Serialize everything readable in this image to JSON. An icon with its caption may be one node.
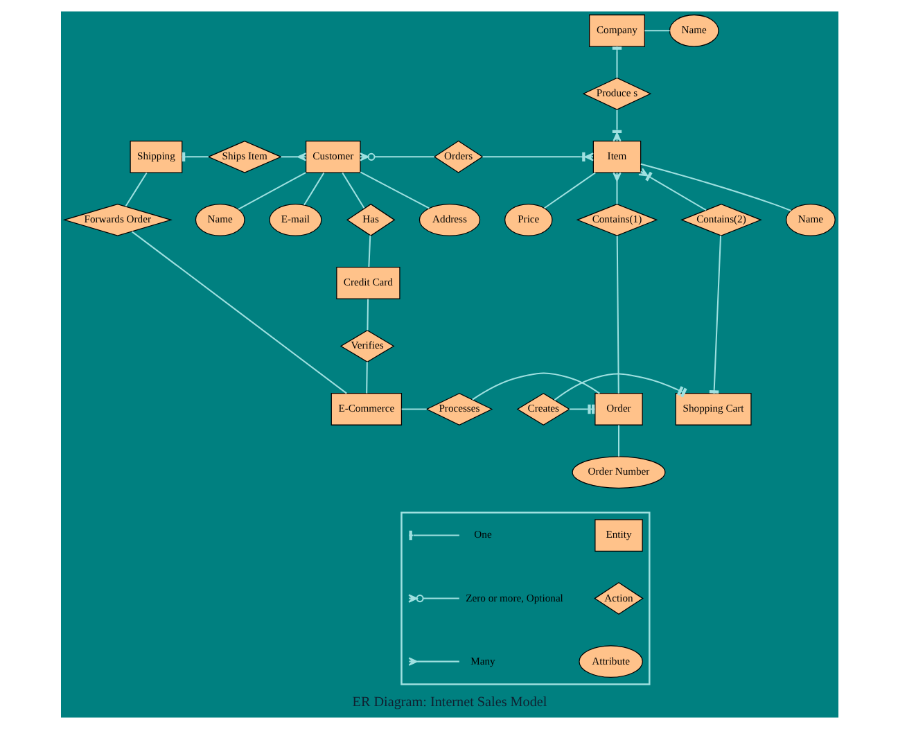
{
  "diagram": {
    "title": "ER Diagram: Internet Sales Model",
    "nodes": [
      {
        "text": [
          "Company"
        ]
      },
      {
        "text": [
          "Name"
        ]
      },
      {
        "text": [
          "Address"
        ]
      },
      {
        "text": [
          "Name"
        ]
      },
      {
        "text": [
          "E-mail"
        ]
      },
      {
        "text": [
          "Produce s"
        ]
      },
      {
        "text": [
          "Shipping"
        ]
      },
      {
        "text": [
          "Ships Item"
        ]
      },
      {
        "text": [
          "Customer"
        ]
      },
      {
        "text": [
          "Orders"
        ]
      },
      {
        "text": [
          "Item"
        ]
      },
      {
        "text": [
          "Name"
        ]
      },
      {
        "text": [
          "Has"
        ]
      },
      {
        "text": [
          "Price"
        ]
      },
      {
        "text": [
          "Forwards Order"
        ]
      },
      {
        "text": [
          "Credit Card"
        ]
      },
      {
        "text": [
          "Contains(1)"
        ]
      },
      {
        "text": [
          "Contains(2)"
        ]
      },
      {
        "text": [
          "Verifies"
        ]
      },
      {
        "text": [
          "E-Commerce"
        ]
      },
      {
        "text": [
          "Processes"
        ]
      },
      {
        "text": [
          "Order"
        ]
      },
      {
        "text": [
          "Creates"
        ]
      },
      {
        "text": [
          "Shopping Cart"
        ]
      },
      {
        "text": [
          "Order Number"
        ]
      },
      {
        "text": [],
        "shape": "box"
      },
      {
        "text": [
          "Entity"
        ],
        "in": 25
      },
      {
        "text": [
          "Action"
        ],
        "in": 25
      },
      {
        "text": [
          "Attribute"
        ],
        "in": 25
      }
    ],
    "edges": [
      {
        "from": 0,
        "to": 1,
        "arrow": "none"
      },
      {
        "from": 5,
        "to": 0,
        "arrow": "other"
      },
      {
        "from": 5,
        "to": 10,
        "arrow": "other"
      },
      {
        "from": 8,
        "to": 2,
        "arrow": "none"
      },
      {
        "from": 8,
        "to": 3,
        "arrow": "none"
      },
      {
        "from": 8,
        "to": 4,
        "arrow": "none"
      },
      {
        "from": 7,
        "to": 6,
        "arrow": "other"
      },
      {
        "from": 7,
        "to": 8,
        "arrow": "other"
      },
      {
        "from": 9,
        "to": 8,
        "arrow": "other"
      },
      {
        "from": 9,
        "to": 10,
        "arrow": "other"
      },
      {
        "from": 8,
        "to": 12,
        "arrow": "none"
      },
      {
        "from": 12,
        "to": 15,
        "arrow": "none"
      },
      {
        "from": 10,
        "to": 11,
        "arrow": "none"
      },
      {
        "from": 10,
        "to": 13,
        "arrow": "none"
      },
      {
        "from": 6,
        "to": 14,
        "arrow": "none"
      },
      {
        "from": 14,
        "to": 19,
        "arrow": "none"
      },
      {
        "from": 15,
        "to": 18,
        "arrow": "none"
      },
      {
        "from": 18,
        "to": 19,
        "arrow": "none"
      },
      {
        "from": 19,
        "to": 20,
        "arrow": "none"
      },
      {
        "from": 20,
        "to": 21,
        "arrow": "none"
      },
      {
        "from": 16,
        "to": 21,
        "arrow": "none"
      },
      {
        "from": 16,
        "to": 10,
        "arrow": "other"
      },
      {
        "from": 17,
        "to": 10,
        "arrow": "other"
      },
      {
        "from": 17,
        "to": 23,
        "arrow": "other"
      },
      {
        "from": 22,
        "to": 21,
        "arrow": "other"
      },
      {
        "from": 22,
        "to": 23,
        "arrow": "other"
      },
      {
        "from": 21,
        "to": 24,
        "arrow": "none"
      }
    ],
    "legend": [
      {
        "text": "One"
      },
      {
        "text": "Zero or more, Optional"
      },
      {
        "text": "Many"
      }
    ]
  }
}
